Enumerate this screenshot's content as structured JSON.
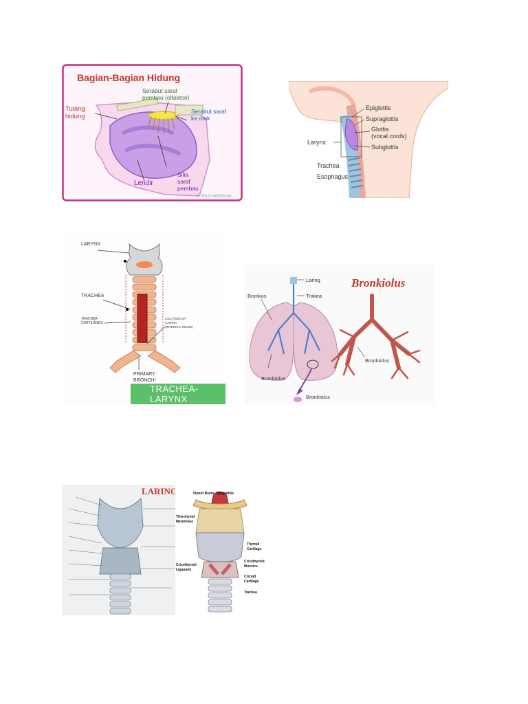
{
  "nose": {
    "title": "Bagian-Bagian Hidung",
    "label_olfactory": "Serabut saraf pembau (olfaktori)",
    "label_olfactory_1": "Serabut saraf",
    "label_olfactory_2": "pembau (olfaktori)",
    "label_brain_1": "Serabut saraf",
    "label_brain_2": "ke otak",
    "label_bone_1": "Tulang",
    "label_bone_2": "hidung",
    "label_cilia_1": "Silia",
    "label_cilia_2": "saraf",
    "label_cilia_3": "pembau",
    "label_mucus": "Lendir",
    "watermark": "© 2013 HdSPictur"
  },
  "throat": {
    "labels": {
      "epiglottis": "Epiglottis",
      "supraglottis": "Supraglottis",
      "glottis": "Glottis",
      "vocal_cords": "(vocal cords)",
      "subglottis": "Subglottis",
      "larynx": "Larynx",
      "trachea": "Trachea",
      "esophagus": "Esophagus"
    }
  },
  "trachea_panel": {
    "labels": {
      "larynx": "LARYNX",
      "trachea": "TRACHEA",
      "cartilages_1": "TRACHEA",
      "cartilages_2": "CARTILAGES",
      "carina_1": "LOCATION OF",
      "carina_2": "CARINA",
      "carina_3": "(INTERNAL RIDGE)",
      "bronchi_1": "PRIMARY",
      "bronchi_2": "BRONCHI"
    },
    "caption": "TRACHEA-LARYNX"
  },
  "bronchi_panel": {
    "title": "Bronkiolus",
    "labels": {
      "laring": "Laring",
      "trakea": "Trakea",
      "bronkus": "Bronkus",
      "bronkiolus_left": "Bronkiolus",
      "bronkiolus_tree": "Bronkiolus",
      "bronkiolus_zoom": "Bronkiolus"
    }
  },
  "laring_panel": {
    "title": "LARING"
  },
  "larynx_panel": {
    "labels": {
      "hyoid": "Hyoid Bone",
      "epiglottis": "Epiglottis",
      "thyrohyoid_1": "Thyrohyoid",
      "thyrohyoid_2": "Membrane",
      "thyroid_1": "Thyroid",
      "thyroid_2": "Cartilage",
      "cricothyroid_m_1": "Cricothyroid",
      "cricothyroid_m_2": "Muscles",
      "cricothyroid_l_1": "Cricothyroid",
      "cricothyroid_l_2": "Ligament",
      "cricoid_1": "Cricoid",
      "cricoid_2": "Cartilage",
      "trachea": "Trachea"
    }
  },
  "colors": {
    "nose_border": "#c2307e",
    "nose_title": "#c0392b",
    "trachea_caption_bg": "#5cbf6a",
    "bronkiolus_title": "#c0392b",
    "laring_title": "#c0392b"
  }
}
